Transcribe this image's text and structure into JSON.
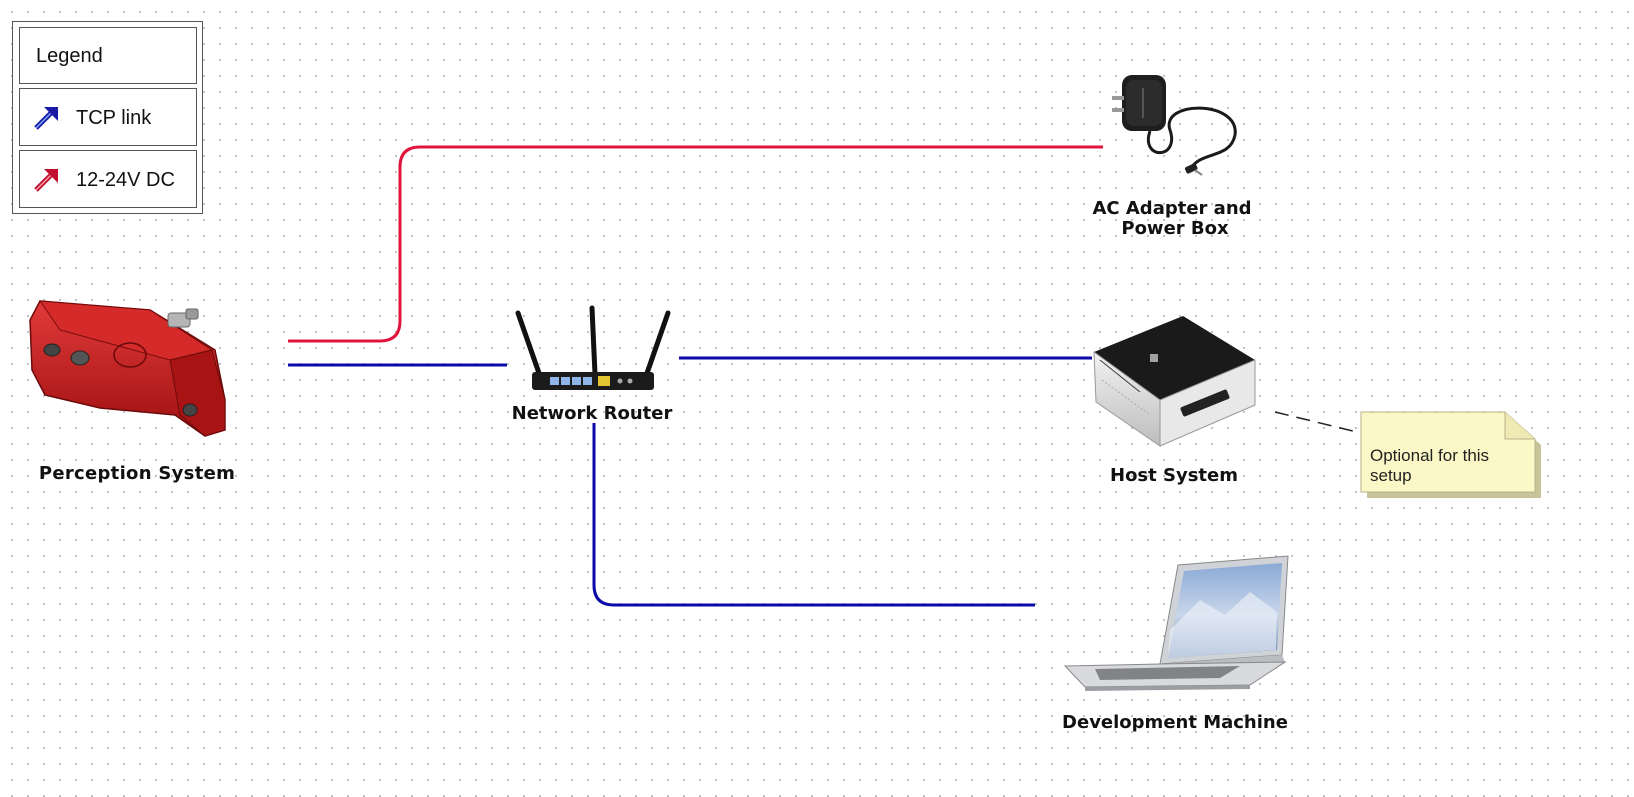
{
  "legend": {
    "title": "Legend",
    "items": [
      {
        "label": "TCP link",
        "color": "#1a1aa6"
      },
      {
        "label": "12-24V DC",
        "color": "#dc143c"
      }
    ]
  },
  "nodes": {
    "perception": {
      "label": "Perception System"
    },
    "router": {
      "label": "Network Router"
    },
    "adapter": {
      "label_line1": "AC Adapter and",
      "label_line2": "Power Box"
    },
    "host": {
      "label": "Host System"
    },
    "dev": {
      "label": "Development Machine"
    }
  },
  "note": {
    "text_line1": "Optional for this",
    "text_line2": "setup"
  },
  "colors": {
    "tcp": "#0a0aa8",
    "power": "#e0143c",
    "note_fill": "#fbf7c6"
  }
}
